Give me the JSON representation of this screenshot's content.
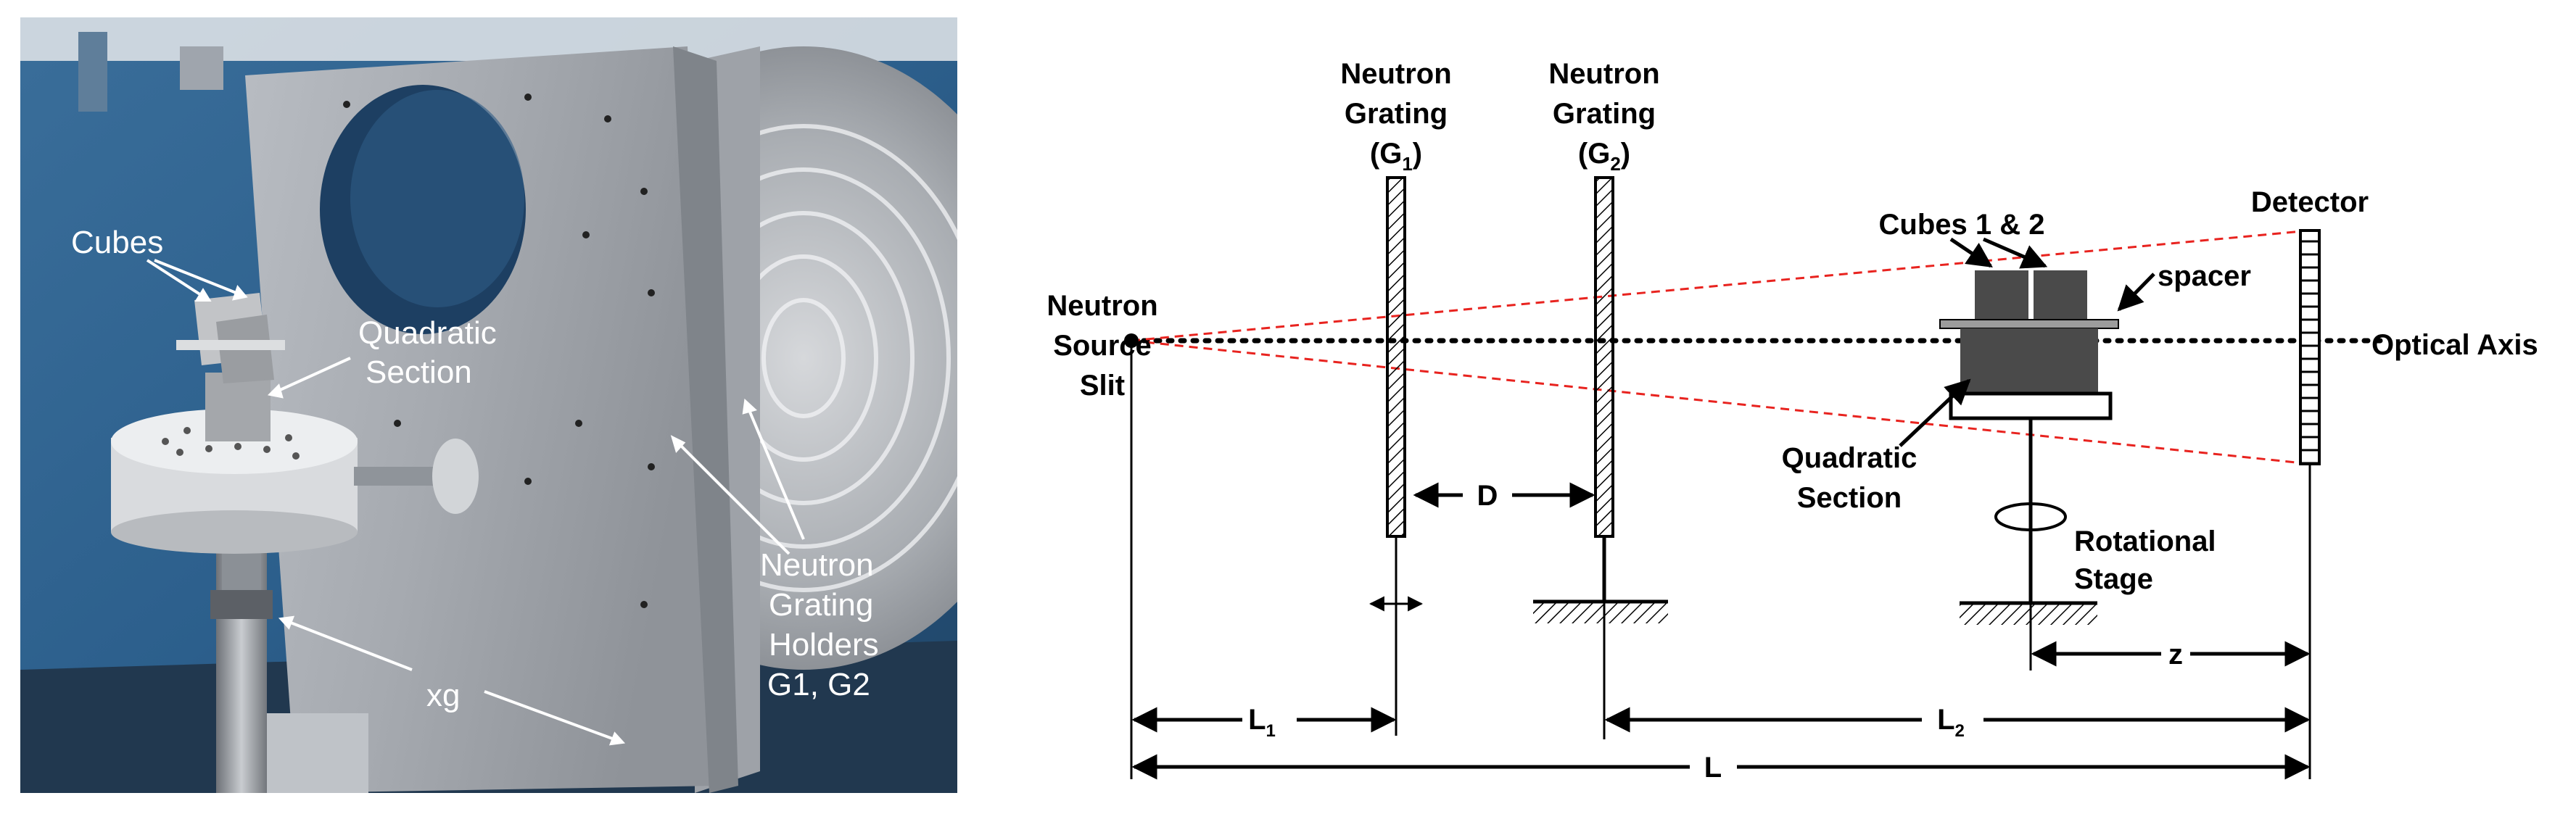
{
  "photo": {
    "labels": {
      "cubes": "Cubes",
      "quadratic_line1": "Quadratic",
      "quadratic_line2": "Section",
      "holders_line1": "Neutron",
      "holders_line2": "Grating",
      "holders_line3": "Holders",
      "holders_line4": "G1, G2",
      "xg": "xg"
    }
  },
  "diagram": {
    "source_line1": "Neutron",
    "source_line2": "Source",
    "source_line3": "Slit",
    "g1_line1": "Neutron",
    "g1_line2": "Grating",
    "g1_label": "(G1)",
    "g1_sub": "1",
    "g2_line1": "Neutron",
    "g2_line2": "Grating",
    "g2_label": "(G2)",
    "g2_sub": "2",
    "cubes": "Cubes 1 & 2",
    "spacer": "spacer",
    "detector": "Detector",
    "optical_axis": "Optical Axis",
    "quadratic_line1": "Quadratic",
    "quadratic_line2": "Section",
    "rotational_line1": "Rotational",
    "rotational_line2": "Stage",
    "dim_D": "D",
    "dim_z": "z",
    "dim_L1": "L1",
    "dim_L2": "L2",
    "dim_L": "L",
    "colors": {
      "beam": "#e8231f",
      "ink": "#000000",
      "component": "#4a4a4a"
    }
  }
}
